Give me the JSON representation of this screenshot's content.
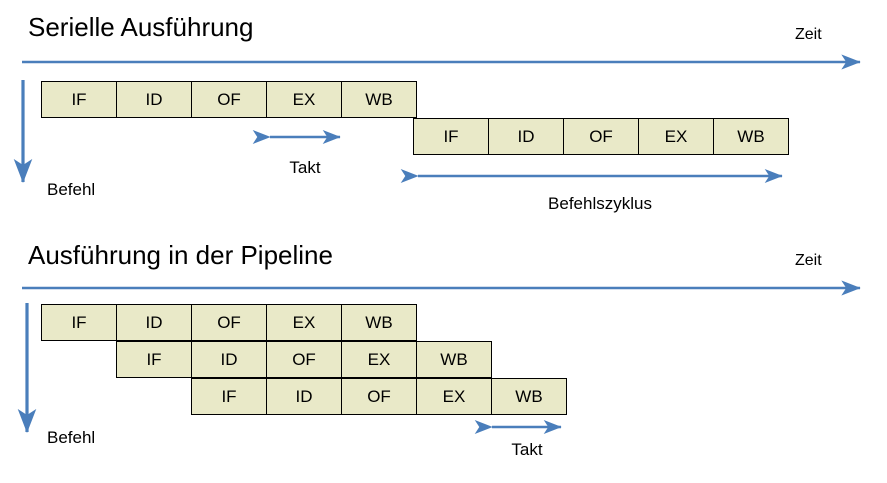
{
  "colors": {
    "arrow_blue": "#4a7ebb",
    "cell_fill": "#e9e9c8",
    "cell_border": "#000000",
    "text": "#000000",
    "background": "#ffffff"
  },
  "sections": [
    {
      "title": "Serielle Ausführung",
      "time_axis_label": "Zeit",
      "instruction_axis_label": "Befehl",
      "rows": [
        {
          "stages": [
            "IF",
            "ID",
            "OF",
            "EX",
            "WB"
          ]
        },
        {
          "stages": [
            "IF",
            "ID",
            "OF",
            "EX",
            "WB"
          ]
        }
      ],
      "annotations": [
        {
          "name": "takt",
          "label": "Takt"
        },
        {
          "name": "befehlszyklus",
          "label": "Befehlszyklus"
        }
      ]
    },
    {
      "title": "Ausführung in der Pipeline",
      "time_axis_label": "Zeit",
      "instruction_axis_label": "Befehl",
      "rows": [
        {
          "stages": [
            "IF",
            "ID",
            "OF",
            "EX",
            "WB"
          ]
        },
        {
          "stages": [
            "IF",
            "ID",
            "OF",
            "EX",
            "WB"
          ]
        },
        {
          "stages": [
            "IF",
            "ID",
            "OF",
            "EX",
            "WB"
          ]
        }
      ],
      "annotations": [
        {
          "name": "takt",
          "label": "Takt"
        }
      ]
    }
  ],
  "serial": {
    "title": "Serielle Ausführung",
    "zeit": "Zeit",
    "befehl": "Befehl",
    "takt": "Takt",
    "befehlszyklus": "Befehlszyklus",
    "row1": {
      "s0": "IF",
      "s1": "ID",
      "s2": "OF",
      "s3": "EX",
      "s4": "WB"
    },
    "row2": {
      "s0": "IF",
      "s1": "ID",
      "s2": "OF",
      "s3": "EX",
      "s4": "WB"
    }
  },
  "pipeline": {
    "title": "Ausführung in der Pipeline",
    "zeit": "Zeit",
    "befehl": "Befehl",
    "takt": "Takt",
    "row1": {
      "s0": "IF",
      "s1": "ID",
      "s2": "OF",
      "s3": "EX",
      "s4": "WB"
    },
    "row2": {
      "s0": "IF",
      "s1": "ID",
      "s2": "OF",
      "s3": "EX",
      "s4": "WB"
    },
    "row3": {
      "s0": "IF",
      "s1": "ID",
      "s2": "OF",
      "s3": "EX",
      "s4": "WB"
    }
  }
}
